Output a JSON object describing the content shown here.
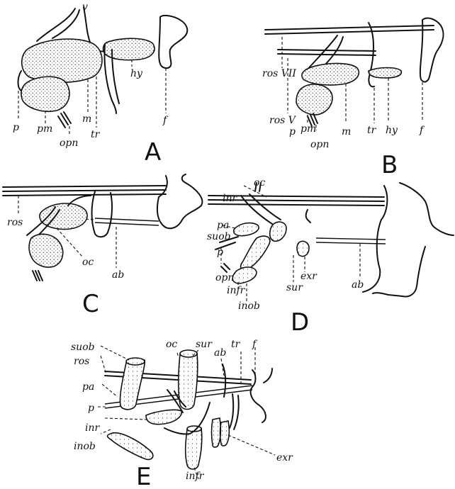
{
  "panels": {
    "A": {
      "letter": "A",
      "labels": {
        "v": "v",
        "p": "p",
        "pm": "pm",
        "opn": "opn",
        "m": "m",
        "tr": "tr",
        "hy": "hy",
        "f": "f"
      }
    },
    "B": {
      "letter": "B",
      "labels": {
        "rosVII": "ros VII",
        "rosV": "ros V",
        "p": "p",
        "pm": "pm",
        "opn": "opn",
        "m": "m",
        "tr": "tr",
        "hy": "hy",
        "f": "f"
      }
    },
    "C": {
      "letter": "C",
      "labels": {
        "ros": "ros",
        "oc": "oc",
        "ab": "ab"
      }
    },
    "D": {
      "letter": "D",
      "labels": {
        "oc": "oc",
        "inr": "inr",
        "pa": "pa",
        "suob": "suob",
        "p": "p",
        "opn": "opn",
        "infr": "infr",
        "inob": "inob",
        "sur": "sur",
        "exr": "exr",
        "ab": "ab"
      }
    },
    "E": {
      "letter": "E",
      "labels": {
        "suob": "suob",
        "ros": "ros",
        "pa": "pa",
        "p": "p",
        "inr": "inr",
        "inob": "inob",
        "oc": "oc",
        "sur": "sur",
        "ab": "ab",
        "tr": "tr",
        "f": "f",
        "exr": "exr",
        "infr": "infr"
      }
    }
  }
}
